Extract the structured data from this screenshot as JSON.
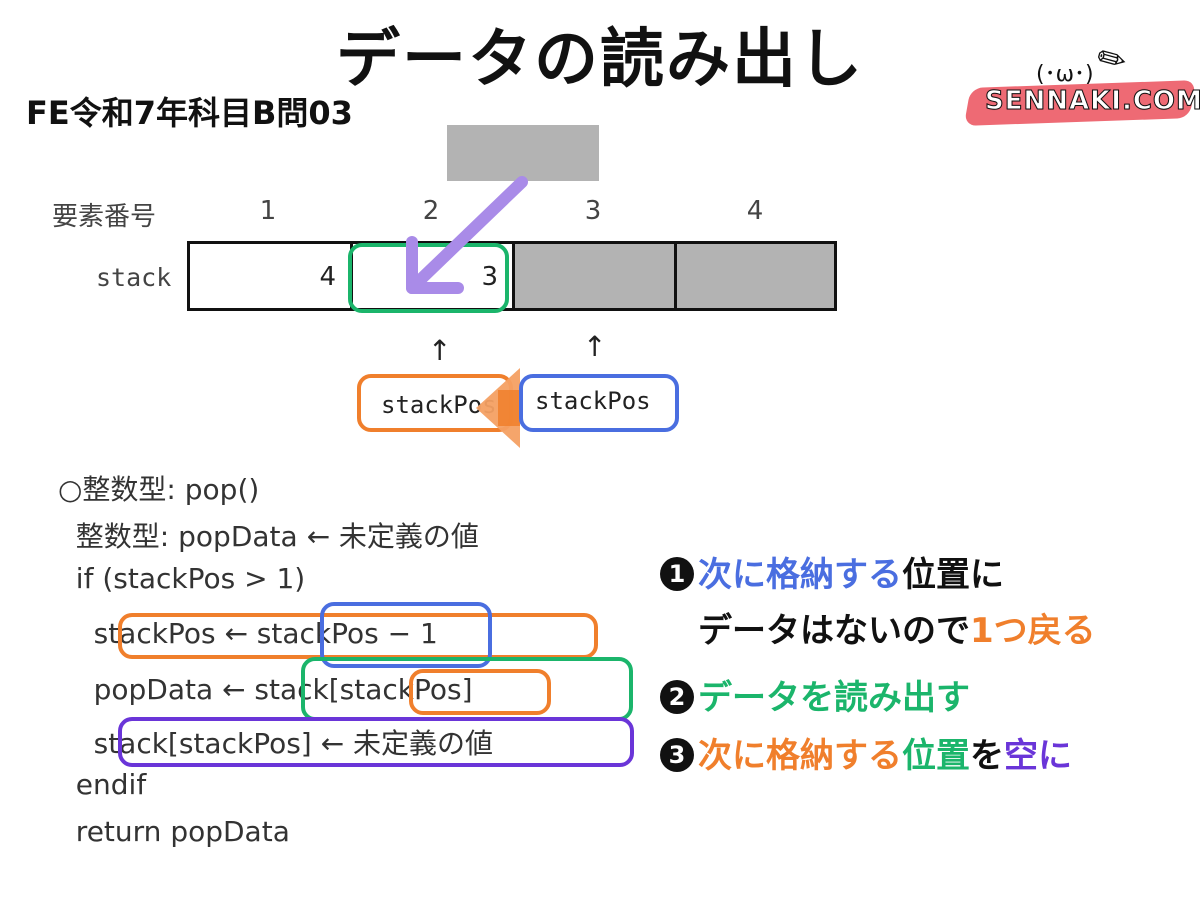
{
  "title": "データの読み出し",
  "subtitle": "FE令和7年科目B問03",
  "logo": {
    "text": "SENNAKI.COM",
    "face": "(･ω･)",
    "pen_icon": "brush-icon"
  },
  "array": {
    "header_label": "要素番号",
    "indices": [
      "1",
      "2",
      "3",
      "4"
    ],
    "row_label": "stack",
    "cells": [
      "4",
      "3",
      "",
      ""
    ],
    "pointer_arrow": "↑",
    "pointer_label": "stackPos"
  },
  "code": {
    "lines": [
      "○整数型: pop()",
      "  整数型: popData ← 未定義の値",
      "  if (stackPos > 1)",
      "    stackPos ← stackPos − 1",
      "    popData ← stack[stackPos]",
      "    stack[stackPos] ← 未定義の値",
      "  endif",
      "  return popData"
    ]
  },
  "explanations": {
    "step1": {
      "num": "1",
      "part1": "次に格納する",
      "part2": "位置",
      "part3": "に",
      "line2a": "データはないので",
      "line2b": "1つ戻る"
    },
    "step2": {
      "num": "2",
      "text": "データを読み出す"
    },
    "step3": {
      "num": "3",
      "part1": "次に格納する",
      "part2": "位置",
      "part3": "を",
      "part4": "空に"
    }
  },
  "colors": {
    "blue": "#4a6ee0",
    "orange": "#f07f2c",
    "green": "#1bb56b",
    "purple": "#6a35d8",
    "gray": "#b3b3b3"
  }
}
